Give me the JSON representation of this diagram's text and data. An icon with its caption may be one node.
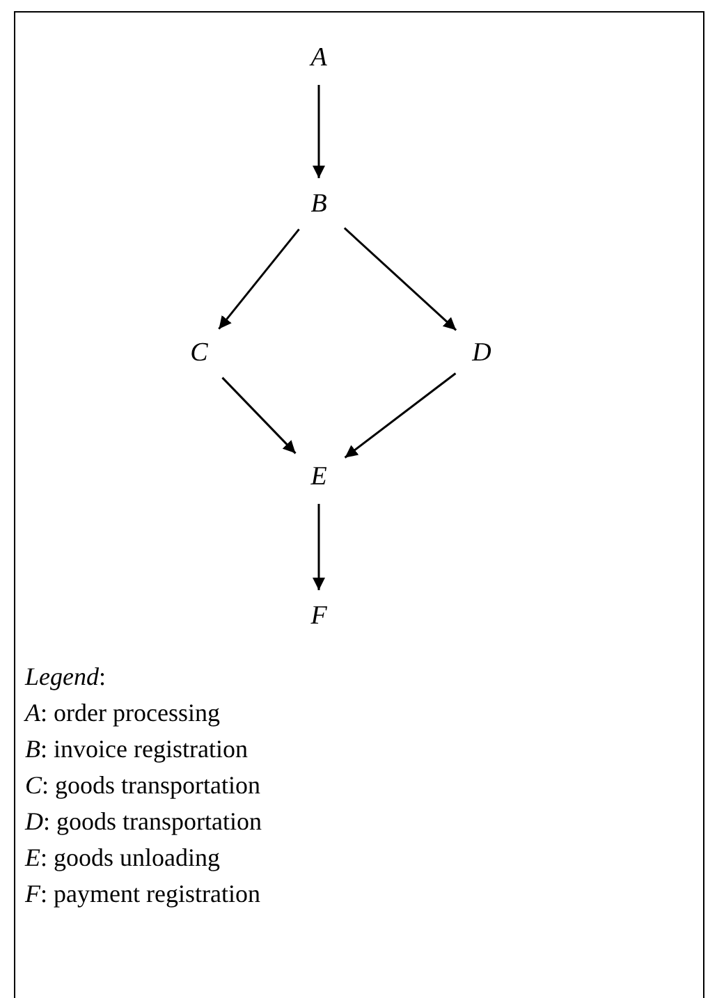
{
  "diagram": {
    "nodes": [
      {
        "text": [
          "A"
        ]
      },
      {
        "text": [
          "B"
        ]
      },
      {
        "text": [
          "C"
        ]
      },
      {
        "text": [
          "D"
        ]
      },
      {
        "text": [
          "E"
        ]
      },
      {
        "text": [
          "F"
        ]
      }
    ],
    "edges": [
      {
        "from": 0,
        "to": 1,
        "arrow": "to"
      },
      {
        "from": 1,
        "to": 2,
        "arrow": "to"
      },
      {
        "from": 1,
        "to": 3,
        "arrow": "to"
      },
      {
        "from": 2,
        "to": 4,
        "arrow": "to"
      },
      {
        "from": 3,
        "to": 4,
        "arrow": "to"
      },
      {
        "from": 4,
        "to": 5,
        "arrow": "to"
      }
    ],
    "labels": [
      "*Legend*:",
      "*A*:  order processing",
      "*B*:  invoice registration",
      "*C*:  goods transportation",
      "*D*: goods transportation",
      "*E*:  goods unloading",
      "*F*: payment registration"
    ]
  }
}
